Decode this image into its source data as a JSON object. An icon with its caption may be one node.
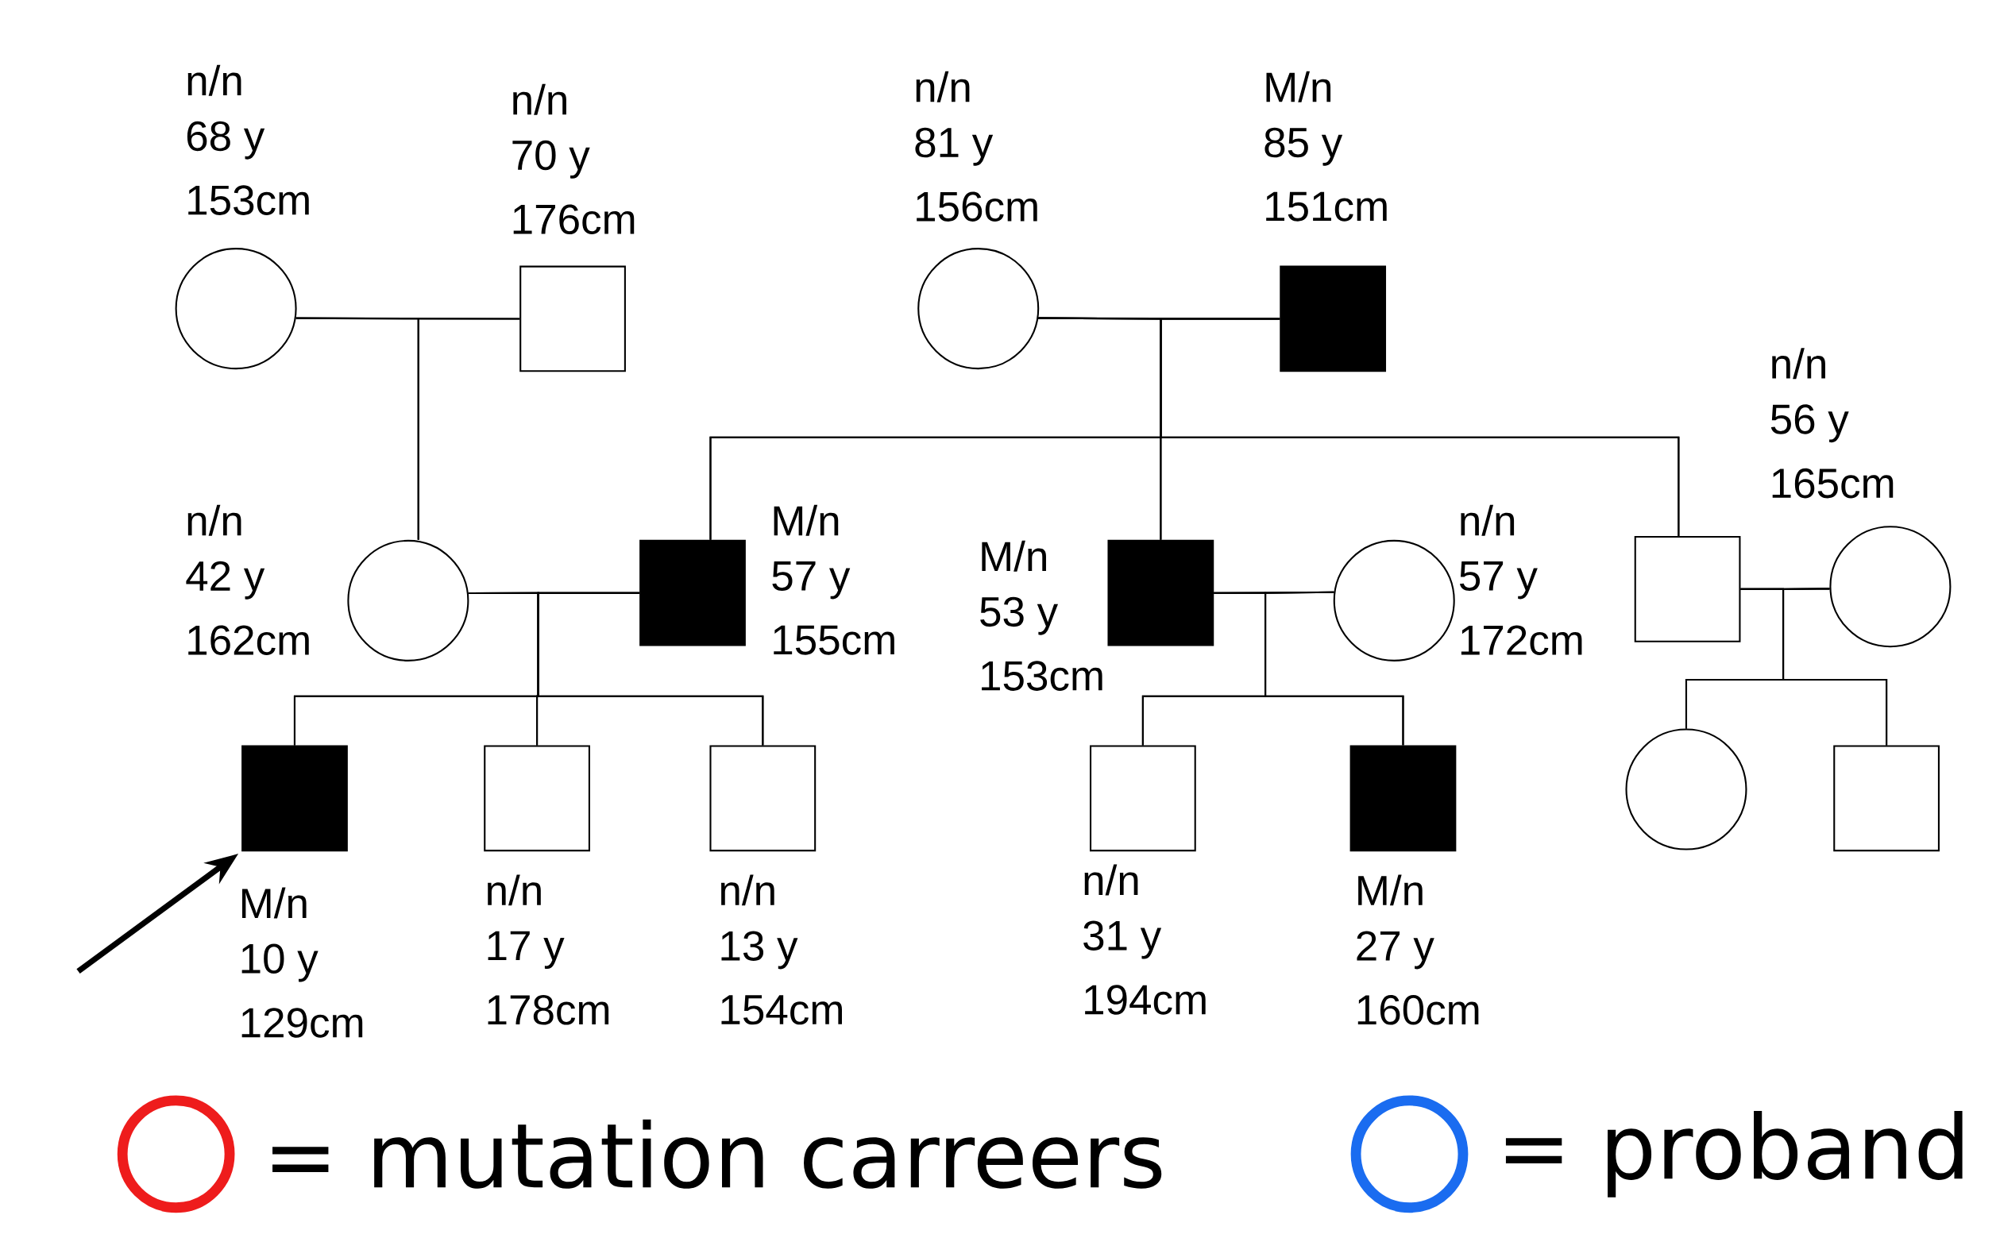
{
  "diagram": {
    "nodes": [
      {
        "text": [],
        "shape": "circle",
        "beside": [
          "n/n",
          "68 y",
          "153cm"
        ]
      },
      {
        "text": [],
        "shape": "box",
        "beside": [
          "n/n",
          "70 y",
          "176cm"
        ]
      },
      {
        "text": [],
        "shape": "circle",
        "beside": [
          "n/n",
          "81 y",
          "156cm"
        ]
      },
      {
        "text": [],
        "shape": "filled-box",
        "beside": [
          "M/n",
          "85 y",
          "151cm"
        ]
      },
      {
        "text": [],
        "shape": "circle",
        "beside": [
          "n/n",
          "42 y",
          "162cm"
        ]
      },
      {
        "text": [],
        "shape": "filled-box",
        "beside": [
          "M/n",
          "57 y",
          "155cm"
        ]
      },
      {
        "text": [],
        "shape": "filled-box",
        "beside": [
          "M/n",
          "53 y",
          "153cm"
        ]
      },
      {
        "text": [],
        "shape": "circle",
        "beside": [
          "n/n",
          "57 y",
          "172cm"
        ]
      },
      {
        "text": [],
        "shape": "box"
      },
      {
        "text": [],
        "shape": "circle",
        "beside": [
          "n/n",
          "56 y",
          "165cm"
        ]
      },
      {
        "text": [],
        "shape": "filled-box",
        "beside": [
          "M/n",
          "10 y",
          "129cm"
        ]
      },
      {
        "text": [],
        "shape": "box",
        "beside": [
          "n/n",
          "17 y",
          "178cm"
        ]
      },
      {
        "text": [],
        "shape": "box",
        "beside": [
          "n/n",
          "13 y",
          "154cm"
        ]
      },
      {
        "text": [],
        "shape": "box",
        "beside": [
          "n/n",
          "31 y",
          "194cm"
        ]
      },
      {
        "text": [],
        "shape": "filled-box",
        "beside": [
          "M/n",
          "27 y",
          "160cm"
        ]
      },
      {
        "text": [],
        "shape": "circle"
      },
      {
        "text": [],
        "shape": "box"
      }
    ],
    "edges": [
      {
        "from": 0,
        "to": 1,
        "arrow": "none"
      },
      {
        "from": 0,
        "to": 4,
        "arrow": "none"
      },
      {
        "from": 1,
        "to": 4,
        "arrow": "none"
      },
      {
        "from": 2,
        "to": 3,
        "arrow": "none"
      },
      {
        "from": 2,
        "to": 5,
        "arrow": "none"
      },
      {
        "from": 3,
        "to": 5,
        "arrow": "none"
      },
      {
        "from": 2,
        "to": 6,
        "arrow": "none"
      },
      {
        "from": 3,
        "to": 6,
        "arrow": "none"
      },
      {
        "from": 2,
        "to": 8,
        "arrow": "none"
      },
      {
        "from": 3,
        "to": 8,
        "arrow": "none"
      },
      {
        "from": 4,
        "to": 5,
        "arrow": "none"
      },
      {
        "from": 4,
        "to": 10,
        "arrow": "none"
      },
      {
        "from": 5,
        "to": 10,
        "arrow": "none"
      },
      {
        "from": 4,
        "to": 11,
        "arrow": "none"
      },
      {
        "from": 5,
        "to": 11,
        "arrow": "none"
      },
      {
        "from": 4,
        "to": 12,
        "arrow": "none"
      },
      {
        "from": 5,
        "to": 12,
        "arrow": "none"
      },
      {
        "from": 6,
        "to": 7,
        "arrow": "none"
      },
      {
        "from": 6,
        "to": 13,
        "arrow": "none"
      },
      {
        "from": 7,
        "to": 13,
        "arrow": "none"
      },
      {
        "from": 6,
        "to": 14,
        "arrow": "none"
      },
      {
        "from": 7,
        "to": 14,
        "arrow": "none"
      },
      {
        "from": 8,
        "to": 9,
        "arrow": "none"
      },
      {
        "from": 8,
        "to": 15,
        "arrow": "none"
      },
      {
        "from": 9,
        "to": 15,
        "arrow": "none"
      },
      {
        "from": 8,
        "to": 16,
        "arrow": "none"
      },
      {
        "from": 9,
        "to": 16,
        "arrow": "none"
      },
      {
        "from": null,
        "to": 10,
        "arrow": "to",
        "style": "thick"
      }
    ],
    "legend": [
      {
        "text": "= mutation carreers",
        "color": "#ee1c1c"
      },
      {
        "text": "= proband",
        "color": "#1a6cf0"
      }
    ]
  }
}
